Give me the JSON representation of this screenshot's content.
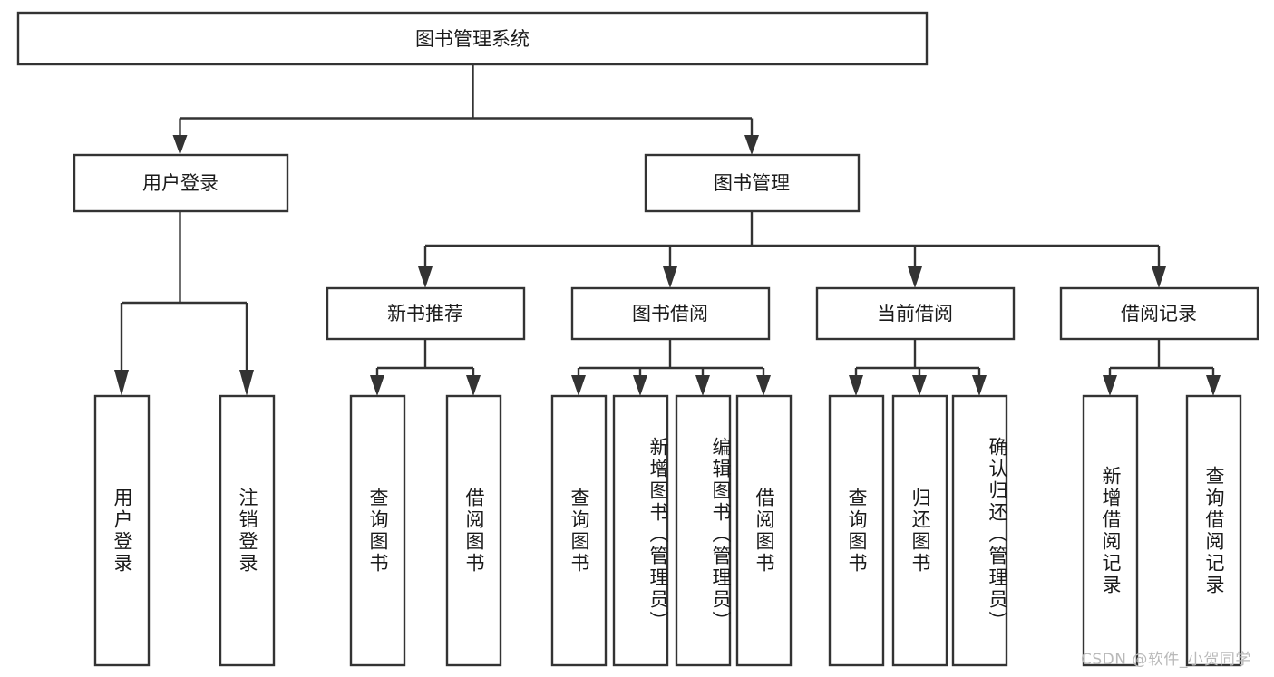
{
  "diagram": {
    "type": "tree-hierarchy",
    "title": "图书管理系统",
    "root": {
      "id": "root",
      "label": "图书管理系统"
    },
    "level2": [
      {
        "id": "user-login",
        "label": "用户登录"
      },
      {
        "id": "book-manage",
        "label": "图书管理"
      }
    ],
    "level3": [
      {
        "id": "new-book-rec",
        "label": "新书推荐",
        "parent": "book-manage"
      },
      {
        "id": "book-borrow",
        "label": "图书借阅",
        "parent": "book-manage"
      },
      {
        "id": "current-borrow",
        "label": "当前借阅",
        "parent": "book-manage"
      },
      {
        "id": "borrow-record",
        "label": "借阅记录",
        "parent": "book-manage"
      }
    ],
    "leaves": [
      {
        "id": "leaf-user-login",
        "label": "用户登录",
        "parent": "user-login"
      },
      {
        "id": "leaf-logout-login",
        "label": "注销登录",
        "parent": "user-login"
      },
      {
        "id": "leaf-query-book-1",
        "label": "查询图书",
        "parent": "new-book-rec"
      },
      {
        "id": "leaf-borrow-book-1",
        "label": "借阅图书",
        "parent": "new-book-rec"
      },
      {
        "id": "leaf-query-book-2",
        "label": "查询图书",
        "parent": "book-borrow"
      },
      {
        "id": "leaf-add-book",
        "label": "新增图书（管理员）",
        "parent": "book-borrow"
      },
      {
        "id": "leaf-edit-book",
        "label": "编辑图书（管理员）",
        "parent": "book-borrow"
      },
      {
        "id": "leaf-borrow-book-2",
        "label": "借阅图书",
        "parent": "book-borrow"
      },
      {
        "id": "leaf-query-book-3",
        "label": "查询图书",
        "parent": "current-borrow"
      },
      {
        "id": "leaf-return-book",
        "label": "归还图书",
        "parent": "current-borrow"
      },
      {
        "id": "leaf-confirm-return",
        "label": "确认归还（管理员）",
        "parent": "current-borrow"
      },
      {
        "id": "leaf-add-record",
        "label": "新增借阅记录",
        "parent": "borrow-record"
      },
      {
        "id": "leaf-query-record",
        "label": "查询借阅记录",
        "parent": "borrow-record"
      }
    ],
    "colors": {
      "box_stroke": "#333333",
      "box_fill": "#ffffff",
      "text": "#1a1a1a",
      "connector": "#333333",
      "watermark": "#b9b9b9",
      "background": "#ffffff"
    }
  },
  "watermark": {
    "text": "CSDN @软件_小贺同学"
  }
}
